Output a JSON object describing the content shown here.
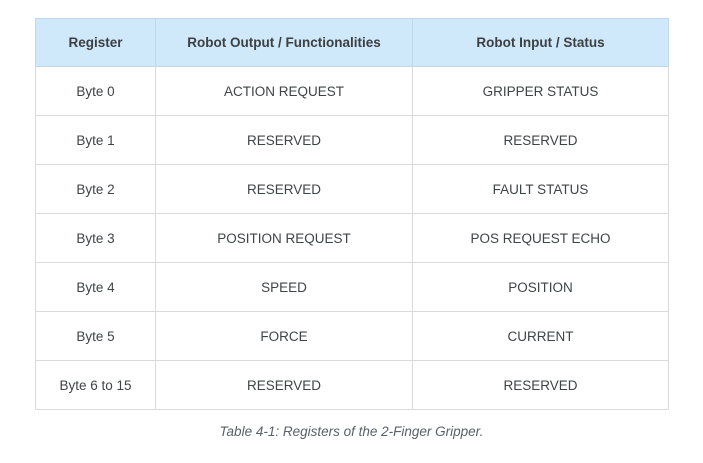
{
  "table": {
    "headers": [
      "Register",
      "Robot Output / Functionalities",
      "Robot Input / Status"
    ],
    "rows": [
      [
        "Byte 0",
        "ACTION REQUEST",
        "GRIPPER STATUS"
      ],
      [
        "Byte 1",
        "RESERVED",
        "RESERVED"
      ],
      [
        "Byte 2",
        "RESERVED",
        "FAULT STATUS"
      ],
      [
        "Byte 3",
        "POSITION REQUEST",
        "POS REQUEST ECHO"
      ],
      [
        "Byte 4",
        "SPEED",
        "POSITION"
      ],
      [
        "Byte 5",
        "FORCE",
        "CURRENT"
      ],
      [
        "Byte 6 to 15",
        "RESERVED",
        "RESERVED"
      ]
    ],
    "header_bg": "#cfe8fa",
    "border_color": "#d9dadb"
  },
  "caption": "Table 4-1: Registers of the 2-Finger Gripper."
}
